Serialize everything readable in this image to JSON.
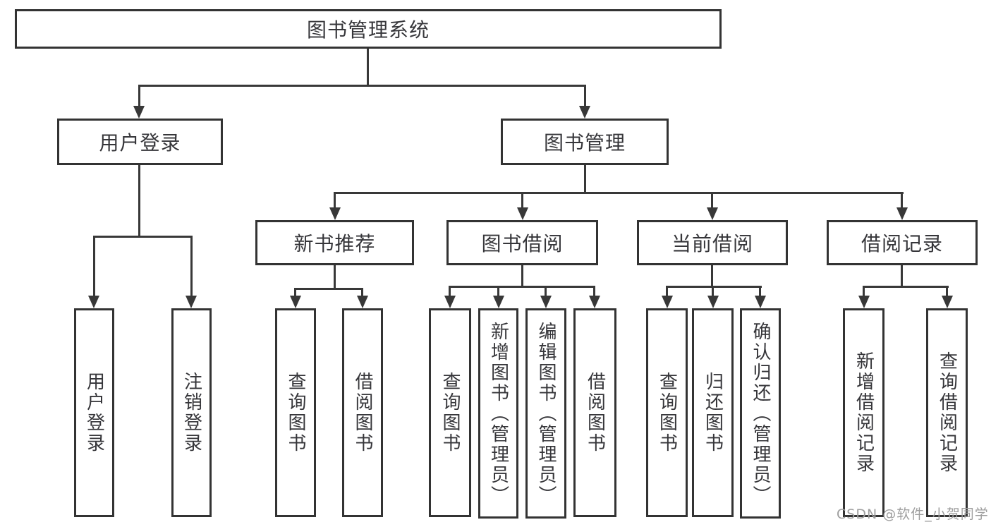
{
  "tree": {
    "root": "图书管理系统",
    "level2": [
      "用户登录",
      "图书管理"
    ],
    "login_leaves": [
      "用户登录",
      "注销登录"
    ],
    "book_groups": [
      {
        "label": "新书推荐",
        "leaves": [
          "查询图书",
          "借阅图书"
        ]
      },
      {
        "label": "图书借阅",
        "leaves": [
          "查询图书",
          "新增图书（管理员）",
          "编辑图书（管理员）",
          "借阅图书"
        ]
      },
      {
        "label": "当前借阅",
        "leaves": [
          "查询图书",
          "归还图书",
          "确认归还（管理员）"
        ]
      },
      {
        "label": "借阅记录",
        "leaves": [
          "新增借阅记录",
          "查询借阅记录"
        ]
      }
    ]
  },
  "watermark": "CSDN @软件_小贺同学",
  "colors": {
    "line": "#383838",
    "box_border": "#333333",
    "text": "#36363a",
    "watermark": "#9e9e9e",
    "background": "#ffffff"
  }
}
